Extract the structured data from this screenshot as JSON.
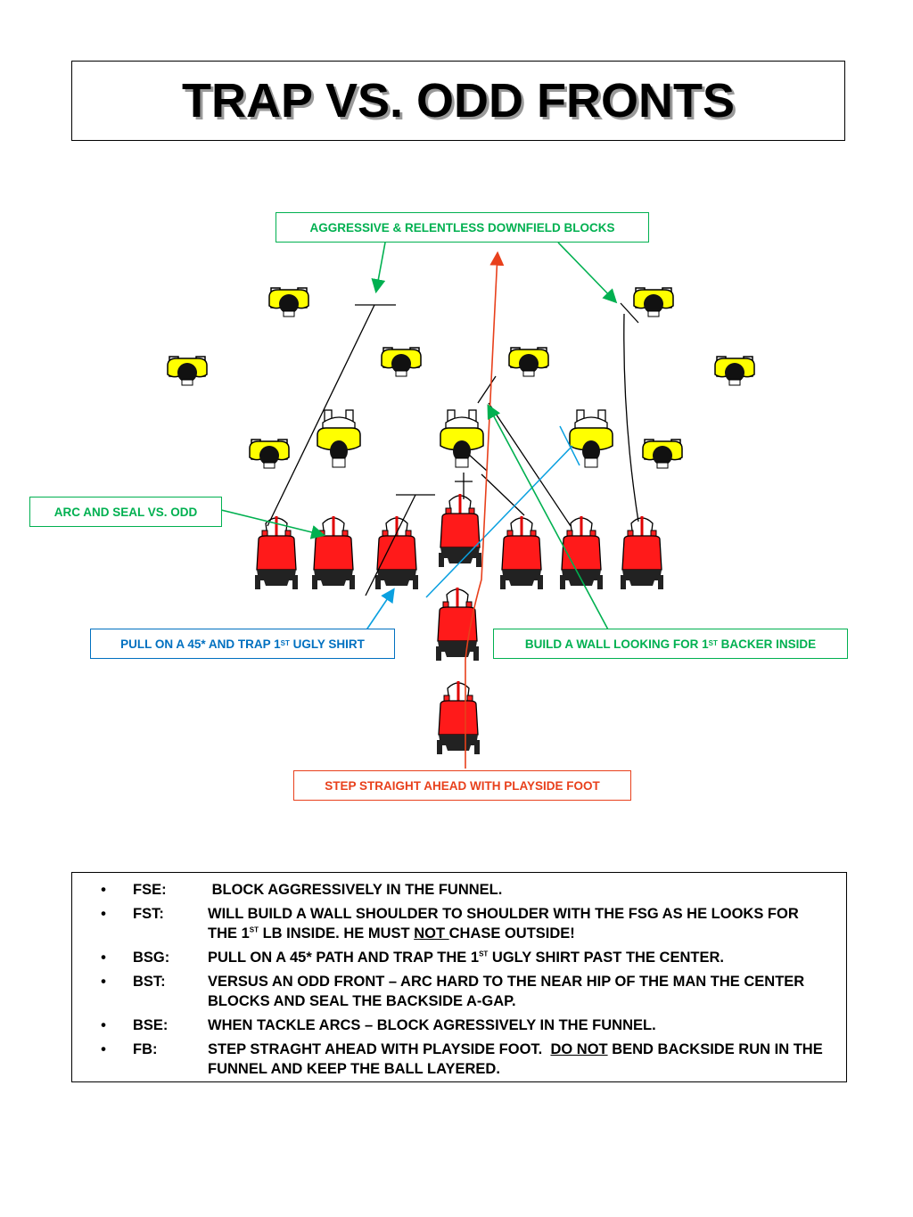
{
  "title": "TRAP VS. ODD FRONTS",
  "colors": {
    "offense": "#ff0000",
    "defense": "#ffff00",
    "green_callout": "#00b050",
    "blue_callout": "#0070c0",
    "red_callout": "#e8401c"
  },
  "callouts": {
    "aggressive": "AGGRESSIVE & RELENTLESS DOWNFIELD BLOCKS",
    "arc_seal": "ARC AND SEAL VS. ODD",
    "pull_pre": "PULL ON A 45* AND TRAP 1",
    "pull_sup": "ST",
    "pull_post": " UGLY SHIRT",
    "wall_pre": "BUILD A WALL LOOKING FOR 1",
    "wall_sup": "ST",
    "wall_post": " BACKER INSIDE",
    "step": "STEP STRAIGHT AHEAD WITH PLAYSIDE FOOT"
  },
  "notes": [
    {
      "bullet": "•",
      "pos": "FSE:",
      "text": " BLOCK AGGRESSIVELY IN THE FUNNEL."
    },
    {
      "bullet": "•",
      "pos": "FST:",
      "text_a": "WILL BUILD A WALL SHOULDER TO SHOULDER WITH THE FSG AS HE LOOKS FOR THE 1",
      "sup": "ST",
      "text_b": " LB INSIDE. HE MUST ",
      "underline": "NOT ",
      "text_c": "CHASE OUTSIDE!"
    },
    {
      "bullet": "•",
      "pos": "BSG:",
      "text_a": "PULL ON A 45* PATH AND TRAP THE 1",
      "sup": "ST",
      "text_b": " UGLY SHIRT PAST THE CENTER."
    },
    {
      "bullet": "•",
      "pos": "BST:",
      "text": "VERSUS AN ODD FRONT – ARC HARD TO THE NEAR HIP OF THE MAN THE CENTER BLOCKS AND SEAL THE BACKSIDE A-GAP."
    },
    {
      "bullet": "•",
      "pos": "BSE:",
      "text": "WHEN TACKLE ARCS – BLOCK AGRESSIVELY IN THE FUNNEL."
    },
    {
      "bullet": "•",
      "pos": "FB:",
      "text_a": "STEP STRAGHT AHEAD WITH PLAYSIDE FOOT.  ",
      "underline": "DO NOT",
      "text_b": " BEND BACKSIDE RUN IN THE FUNNEL AND KEEP THE BALL LAYERED."
    }
  ]
}
